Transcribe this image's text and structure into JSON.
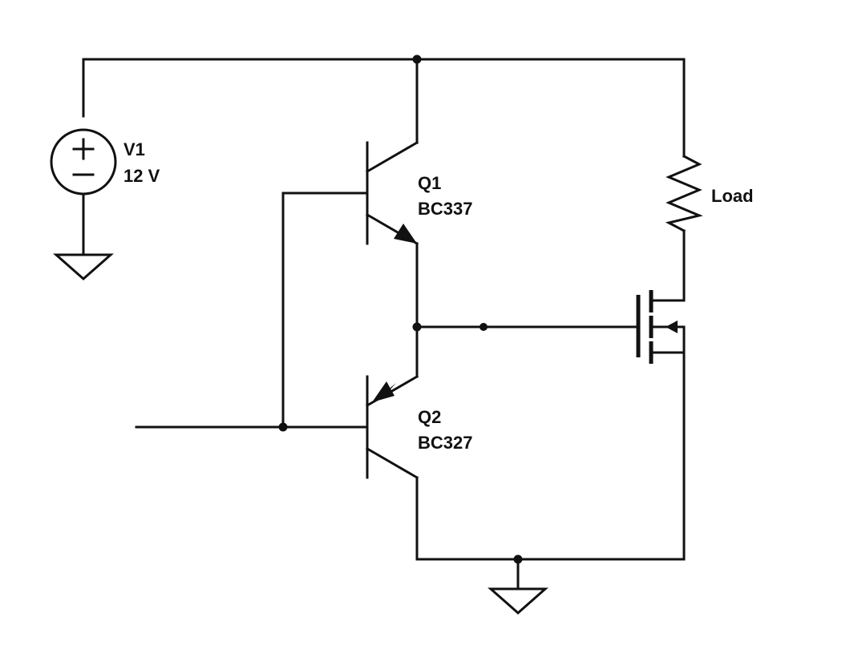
{
  "components": {
    "v1": {
      "ref": "V1",
      "value": "12 V"
    },
    "q1": {
      "ref": "Q1",
      "part": "BC337"
    },
    "q2": {
      "ref": "Q2",
      "part": "BC327"
    },
    "load": {
      "ref": "Load"
    }
  },
  "colors": {
    "ink": "#111111",
    "background": "#ffffff"
  }
}
